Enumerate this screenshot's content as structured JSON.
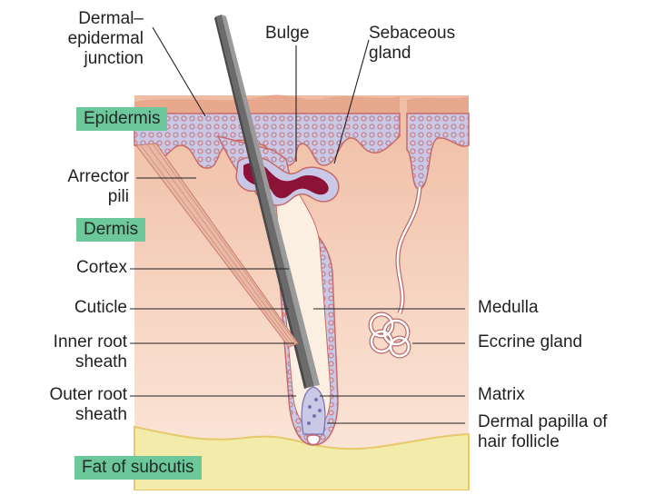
{
  "labels": {
    "dermal_epidermal_junction": [
      "Dermal–",
      "epidermal",
      "junction"
    ],
    "bulge": "Bulge",
    "sebaceous_gland": [
      "Sebaceous",
      "gland"
    ],
    "arrector_pili": [
      "Arrector",
      "pili"
    ],
    "cortex": "Cortex",
    "cuticle": "Cuticle",
    "inner_root_sheath": [
      "Inner root",
      "sheath"
    ],
    "outer_root_sheath": [
      "Outer root",
      "sheath"
    ],
    "medulla": "Medulla",
    "eccrine_gland": "Eccrine gland",
    "matrix": "Matrix",
    "dermal_papilla": [
      "Dermal papilla of",
      "hair follicle"
    ]
  },
  "layer_tags": {
    "epidermis": "Epidermis",
    "dermis": "Dermis",
    "fat_of_subcutis": "Fat of subcutis"
  },
  "colors": {
    "tag_green": "#6cc79a",
    "dermis_top": "#f1c2a9",
    "dermis_bottom": "#fbe6da",
    "epidermis": "#c9c8e6",
    "sebaceous": "#8d1238",
    "fat": "#f2ebaa"
  }
}
